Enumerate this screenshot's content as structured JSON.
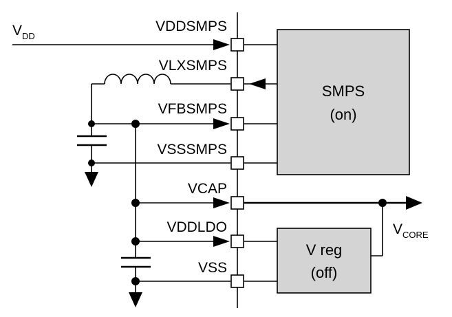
{
  "pins": {
    "vddsmps": "VDDSMPS",
    "vlxsmps": "VLXSMPS",
    "vfbsmps": "VFBSMPS",
    "vsssmps": "VSSSMPS",
    "vcap": "VCAP",
    "vddldo": "VDDLDO",
    "vss": "VSS"
  },
  "supply": {
    "main": "V",
    "sub": "DD"
  },
  "output": {
    "main": "V",
    "sub": "CORE"
  },
  "smps": {
    "line1": "SMPS",
    "line2": "(on)"
  },
  "vreg": {
    "line1": "V reg",
    "line2": "(off)"
  },
  "colors": {
    "box_fill": "#d4d4d4",
    "line": "#000000"
  }
}
